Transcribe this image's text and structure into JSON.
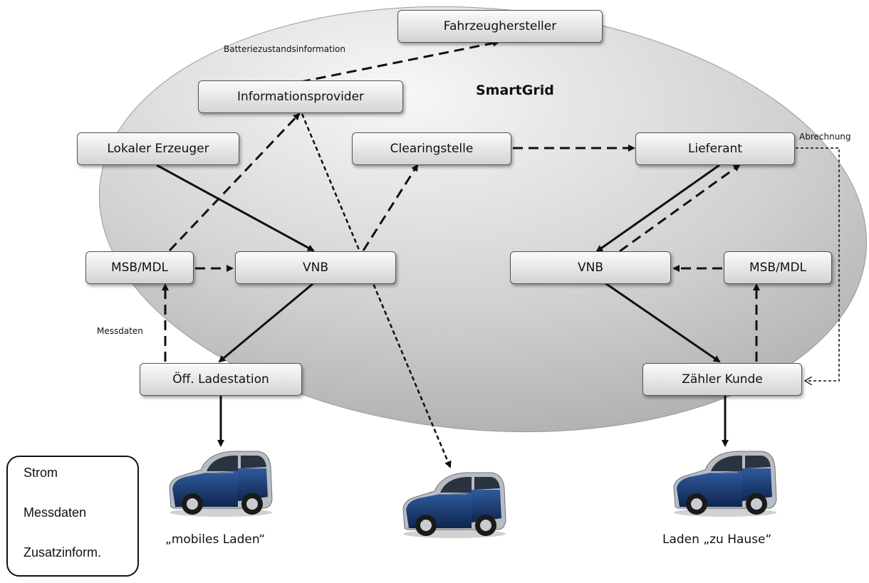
{
  "diagram": {
    "title": "SmartGrid",
    "boxes": {
      "fahrzeughersteller": "Fahrzeughersteller",
      "informationsprovider": "Informationsprovider",
      "lokaler_erzeuger": "Lokaler Erzeuger",
      "clearingstelle": "Clearingstelle",
      "lieferant": "Lieferant",
      "msb_left": "MSB/MDL",
      "vnb_left": "VNB",
      "vnb_right": "VNB",
      "msb_right": "MSB/MDL",
      "ladestation": "Öff. Ladestation",
      "zaehler": "Zähler Kunde"
    },
    "edge_labels": {
      "batterie": "Batteriezustandsinformation",
      "messdaten": "Messdaten",
      "abrechnung": "Abrechnung"
    },
    "captions": {
      "mobil": "„mobiles Laden“",
      "hause": "Laden „zu Hause“"
    },
    "legend": {
      "strom": "Strom",
      "messdaten": "Messdaten",
      "zusatz": "Zusatzinform."
    },
    "car_icon": "smart-car-icon"
  }
}
